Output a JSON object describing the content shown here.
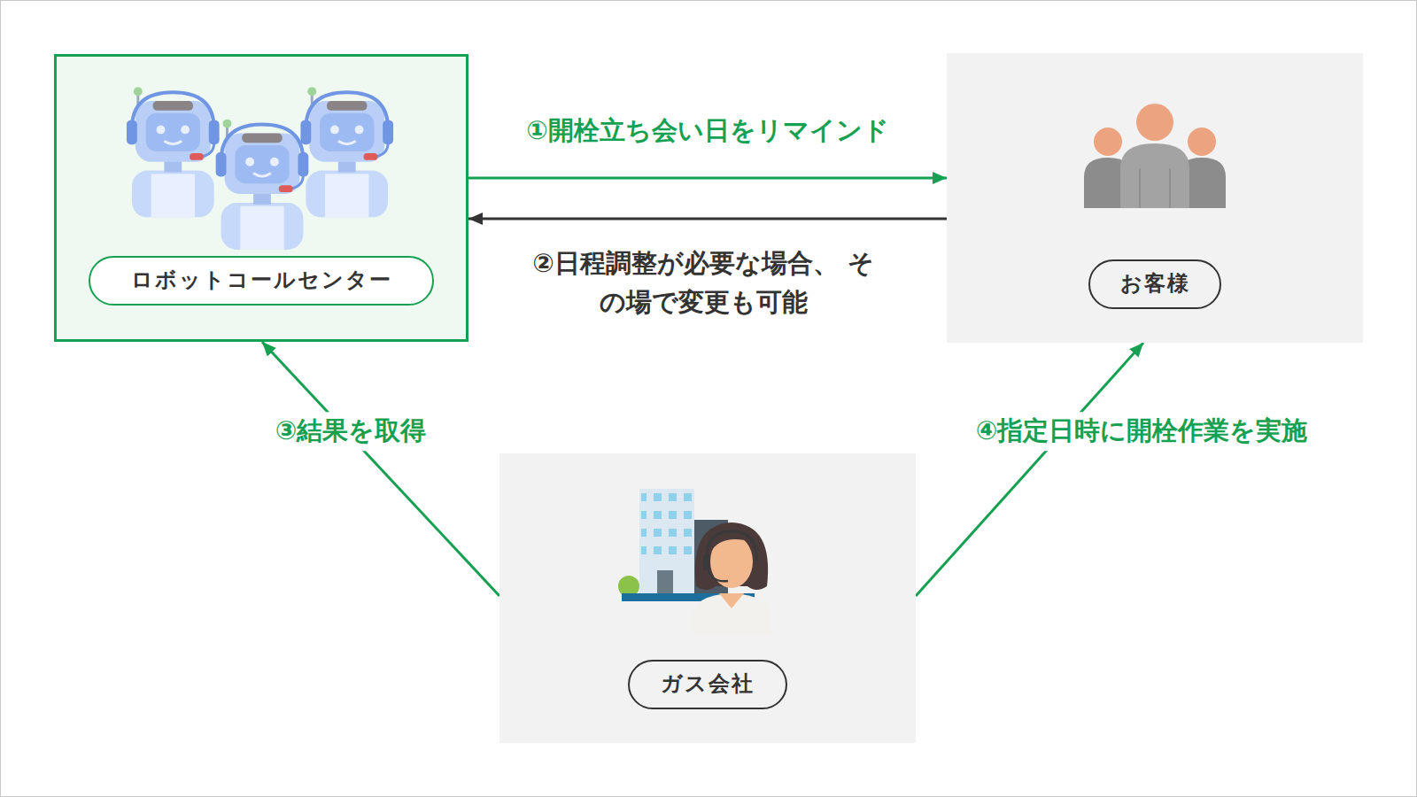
{
  "diagram": {
    "nodes": [
      {
        "text": [
          "ロボットコールセンター"
        ]
      },
      {
        "text": [
          "お客様"
        ]
      },
      {
        "text": [
          "ガス会社"
        ]
      }
    ],
    "edges": [
      {
        "from": 0,
        "to": 1,
        "arrow": "to",
        "label": "①開栓立ち会い日をリマインド"
      },
      {
        "from": 1,
        "to": 0,
        "arrow": "to",
        "label": "②日程調整が必要な場合、 その場で変更も可能"
      },
      {
        "from": 2,
        "to": 0,
        "arrow": "to",
        "label": "③結果を取得"
      },
      {
        "from": 2,
        "to": 1,
        "arrow": "to",
        "label": "④指定日時に開栓作業を実施"
      }
    ]
  }
}
